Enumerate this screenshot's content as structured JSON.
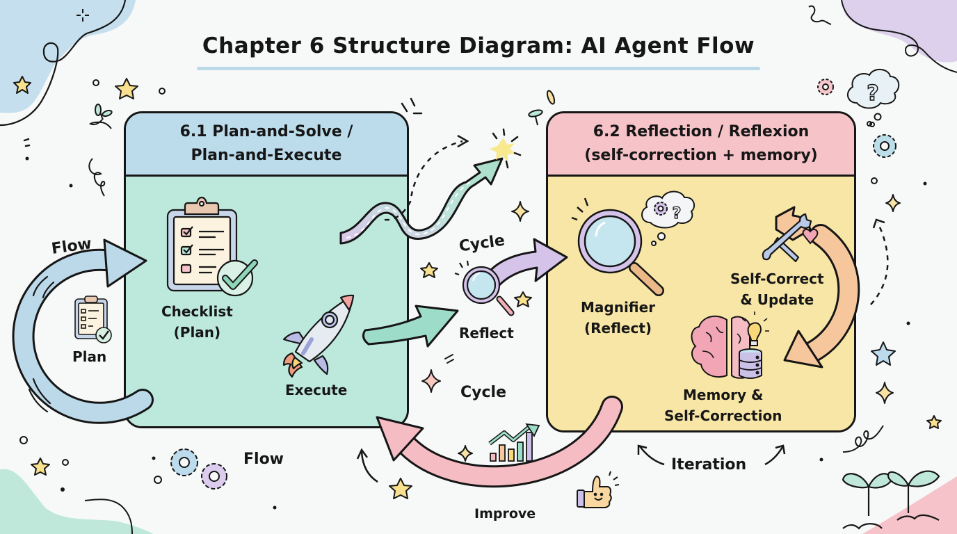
{
  "title": "Chapter 6 Structure Diagram: AI Agent Flow",
  "colors": {
    "background": "#f7f8f8",
    "panel1_header": "#bcdcec",
    "panel1_body": "#bde9dc",
    "panel2_header": "#f6c3c8",
    "panel2_body": "#f8e6a6",
    "arrow_blue": "#bcd9ea",
    "arrow_green": "#9ddcc8",
    "arrow_purple": "#d5c3ea",
    "arrow_pink": "#f6bcc4",
    "arrow_orange": "#f6c79d",
    "star_yellow": "#f8e08e"
  },
  "panels": [
    {
      "id": "6.1",
      "title_line1": "6.1 Plan-and-Solve /",
      "title_line2": "Plan-and-Execute",
      "items": [
        {
          "icon": "clipboard-checklist-icon",
          "label_line1": "Checklist",
          "label_line2": "(Plan)"
        },
        {
          "icon": "rocket-icon",
          "label_line1": "Execute"
        }
      ]
    },
    {
      "id": "6.2",
      "title_line1": "6.2 Reflection / Reflexion",
      "title_line2": "(self-correction + memory)",
      "items": [
        {
          "icon": "magnifier-icon",
          "label_line1": "Magnifier",
          "label_line2": "(Reflect)"
        },
        {
          "icon": "wrench-icon",
          "label_line1": "Self-Correct",
          "label_line2": "& Update"
        },
        {
          "icon": "brain-database-icon",
          "label_line1": "Memory &",
          "label_line2": "Self-Correction"
        }
      ]
    }
  ],
  "labels": {
    "flow_left": "Flow",
    "plan": "Plan",
    "cycle_top": "Cycle",
    "reflect": "Reflect",
    "cycle_bottom": "Cycle",
    "flow_bottom": "Flow",
    "improve": "Improve",
    "iteration": "Iteration"
  },
  "icons": {
    "question": "?"
  }
}
